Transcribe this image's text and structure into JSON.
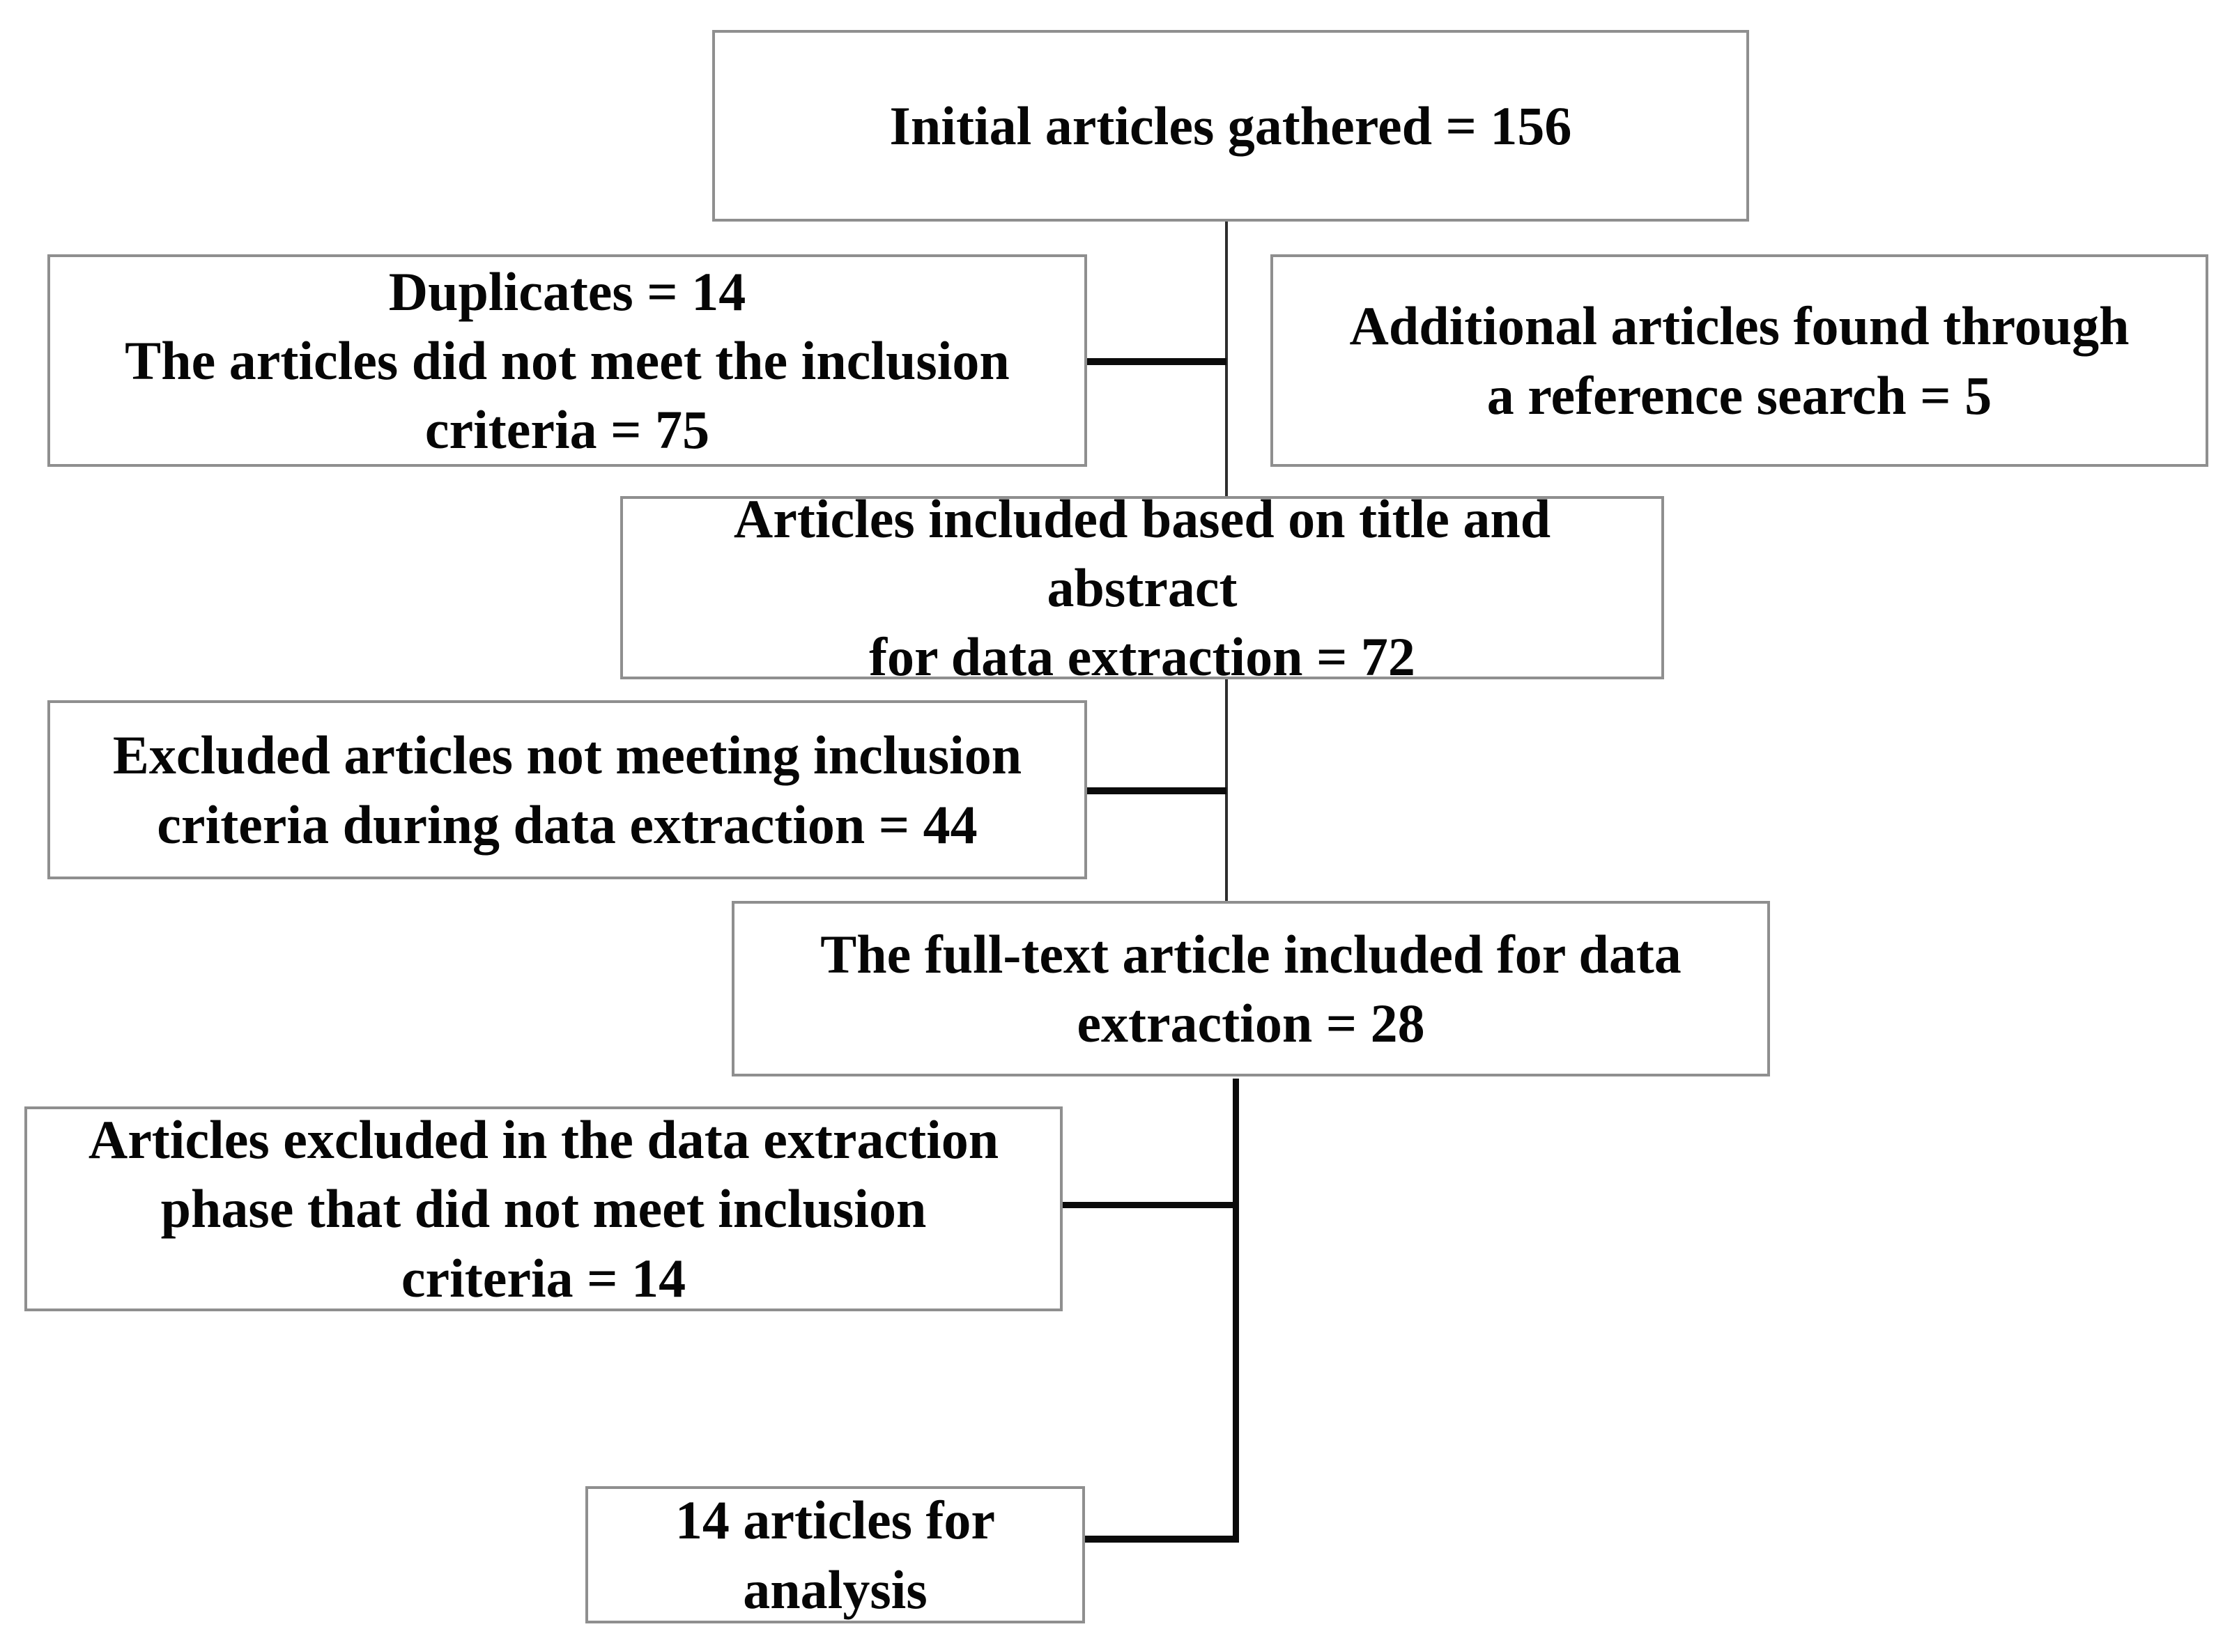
{
  "figure": {
    "kind": "prisma-style article selection flowchart",
    "background_color": "#ffffff",
    "box_border_color": "#8f8f8f",
    "text_color": "#060606",
    "connector_color": "#0b0b0b"
  },
  "flowchart": {
    "boxes": [
      {
        "id": "initial-articles",
        "text": "Initial articles gathered = 156"
      },
      {
        "id": "duplicates-excluded",
        "text": "Duplicates = 14\nThe articles did not meet the inclusion\ncriteria = 75"
      },
      {
        "id": "reference-search-additions",
        "text": "Additional articles found through\na reference search = 5"
      },
      {
        "id": "title-abstract-included",
        "text": "Articles included based on title and abstract\nfor data extraction = 72"
      },
      {
        "id": "extraction-excluded",
        "text": "Excluded articles not meeting inclusion\ncriteria during data extraction = 44"
      },
      {
        "id": "fulltext-included",
        "text": "The full-text article included for data\nextraction = 28"
      },
      {
        "id": "extraction-phase-excluded",
        "text": "Articles excluded in the data extraction\nphase that did not meet inclusion\ncriteria = 14"
      },
      {
        "id": "final-analysis",
        "text": "14 articles for\nanalysis"
      }
    ]
  }
}
